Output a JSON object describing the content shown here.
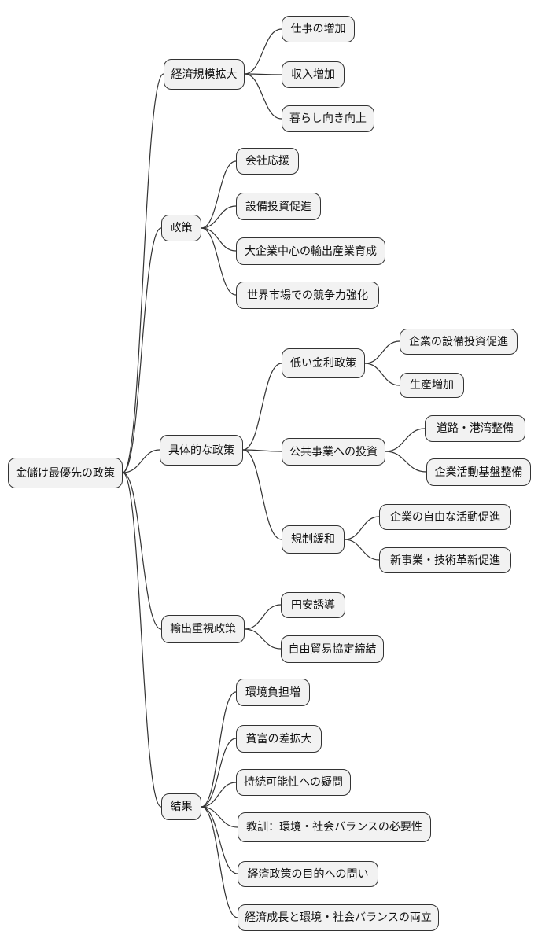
{
  "diagram_type": "mindmap",
  "colors": {
    "background": "#ffffff",
    "node_fill": "#f2f2f2",
    "node_border": "#333333",
    "edge": "#333333",
    "text": "#111111"
  },
  "mindmap": {
    "root": {
      "label": "金儲け最優先の政策",
      "children": [
        {
          "label": "経済規模拡大",
          "children": [
            {
              "label": "仕事の増加"
            },
            {
              "label": "収入増加"
            },
            {
              "label": "暮らし向き向上"
            }
          ]
        },
        {
          "label": "政策",
          "children": [
            {
              "label": "会社応援"
            },
            {
              "label": "設備投資促進"
            },
            {
              "label": "大企業中心の輸出産業育成"
            },
            {
              "label": "世界市場での競争力強化"
            }
          ]
        },
        {
          "label": "具体的な政策",
          "children": [
            {
              "label": "低い金利政策",
              "children": [
                {
                  "label": "企業の設備投資促進"
                },
                {
                  "label": "生産増加"
                }
              ]
            },
            {
              "label": "公共事業への投資",
              "children": [
                {
                  "label": "道路・港湾整備"
                },
                {
                  "label": "企業活動基盤整備"
                }
              ]
            },
            {
              "label": "規制緩和",
              "children": [
                {
                  "label": "企業の自由な活動促進"
                },
                {
                  "label": "新事業・技術革新促進"
                }
              ]
            }
          ]
        },
        {
          "label": "輸出重視政策",
          "children": [
            {
              "label": "円安誘導"
            },
            {
              "label": "自由貿易協定締結"
            }
          ]
        },
        {
          "label": "結果",
          "children": [
            {
              "label": "環境負担増"
            },
            {
              "label": "貧富の差拡大"
            },
            {
              "label": "持続可能性への疑問"
            },
            {
              "label": "教訓：環境・社会バランスの必要性"
            },
            {
              "label": "経済政策の目的への問い"
            },
            {
              "label": "経済成長と環境・社会バランスの両立"
            }
          ]
        }
      ]
    }
  }
}
